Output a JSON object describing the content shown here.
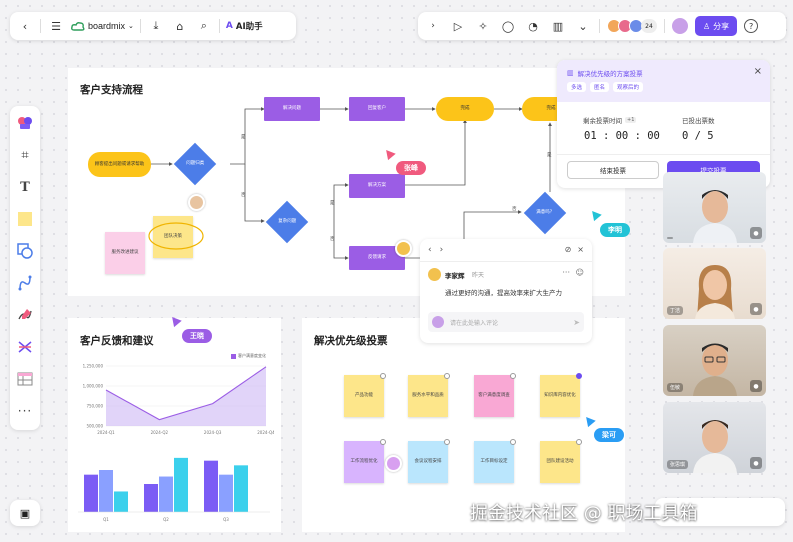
{
  "toolbar": {
    "brand": "boardmix",
    "ai_label": "AI助手",
    "extra_count": "24",
    "share_label": "分享"
  },
  "flow": {
    "title": "客户支持流程",
    "start": "顾客提出问题或请求帮助",
    "decision1": "问题归类",
    "solve_problem": "解决问题",
    "reply_customer": "回复客户",
    "end1": "完成",
    "end2": "完成",
    "solve_plan": "解决方案",
    "decision2": "复杂问题",
    "feedback_req": "反馈请求",
    "decision3": "满意吗？",
    "yes1": "是",
    "no1": "否",
    "yes2": "是",
    "no2": "否",
    "yes3": "是",
    "no3": "否",
    "sticky_team": "团队决策",
    "sticky_service": "服务改进建议"
  },
  "cursors": {
    "zhang": "张峰",
    "li": "李明",
    "wang": "王晓",
    "liang": "梁可"
  },
  "feedback_card": {
    "title": "客户反馈和建议",
    "legend": "客户满意度变化",
    "y_ticks": [
      "1,250,000",
      "1,000,000",
      "750,000",
      "500,000"
    ],
    "x_ticks": [
      "2024-Q1",
      "2024-Q2",
      "2024-Q3",
      "2024-Q4"
    ],
    "bar_ticks": [
      "Q1",
      "Q2",
      "Q3"
    ]
  },
  "chart_data": [
    {
      "type": "area",
      "title": "",
      "categories": [
        "2024-Q1",
        "2024-Q2",
        "2024-Q3",
        "2024-Q4"
      ],
      "series": [
        {
          "name": "客户满意度变化",
          "values": [
            950000,
            580000,
            780000,
            1240000
          ]
        }
      ],
      "ylim": [
        500000,
        1250000
      ]
    },
    {
      "type": "bar",
      "title": "",
      "categories": [
        "Q1",
        "Q2",
        "Q3"
      ],
      "series": [
        {
          "values": [
            40,
            30,
            55
          ]
        },
        {
          "values": [
            45,
            38,
            40
          ]
        },
        {
          "values": [
            22,
            58,
            50
          ]
        }
      ],
      "colors": [
        "#7b5cf5",
        "#8aa0ff",
        "#3bd0ec"
      ]
    }
  ],
  "priority": {
    "title": "解决优先级投票",
    "stickies": [
      {
        "text": "产品功能",
        "color": "#fde68a"
      },
      {
        "text": "服务水平和品质",
        "color": "#fde68a"
      },
      {
        "text": "客户满意度调查",
        "color": "#f9a8d4"
      },
      {
        "text": "知识库内容优化",
        "color": "#fde68a"
      },
      {
        "text": "工作流程优化",
        "color": "#d8b4fe"
      },
      {
        "text": "会议议程安排",
        "color": "#bae6fd"
      },
      {
        "text": "工作目标设定",
        "color": "#bae6fd"
      },
      {
        "text": "团队建设活动",
        "color": "#fde68a"
      }
    ]
  },
  "vote": {
    "title": "解决优先级的方案投票",
    "tags": [
      "多选",
      "匿名",
      "观察后的"
    ],
    "time_label": "剩余投票时间",
    "time_badge": "+1",
    "time_value": "01 : 00 : 00",
    "count_label": "已投出票数",
    "count_value": "0 / 5",
    "end_button": "结束投票",
    "submit_button": "提交投票"
  },
  "comment": {
    "user": "李家辉",
    "time": "昨天",
    "text": "通过更好的沟通，提高效率来扩大生产力",
    "placeholder": "请在此处输入评论"
  },
  "videos": [
    {
      "name": ""
    },
    {
      "name": "丁洁"
    },
    {
      "name": "伍敏"
    },
    {
      "name": "张思琪"
    }
  ],
  "watermark": "掘金技术社区 @ 职场工具箱",
  "colors": {
    "purple": "#9b5de5",
    "blue": "#4c7de8",
    "yellow": "#fcc419",
    "accent": "#6c4cf0"
  }
}
